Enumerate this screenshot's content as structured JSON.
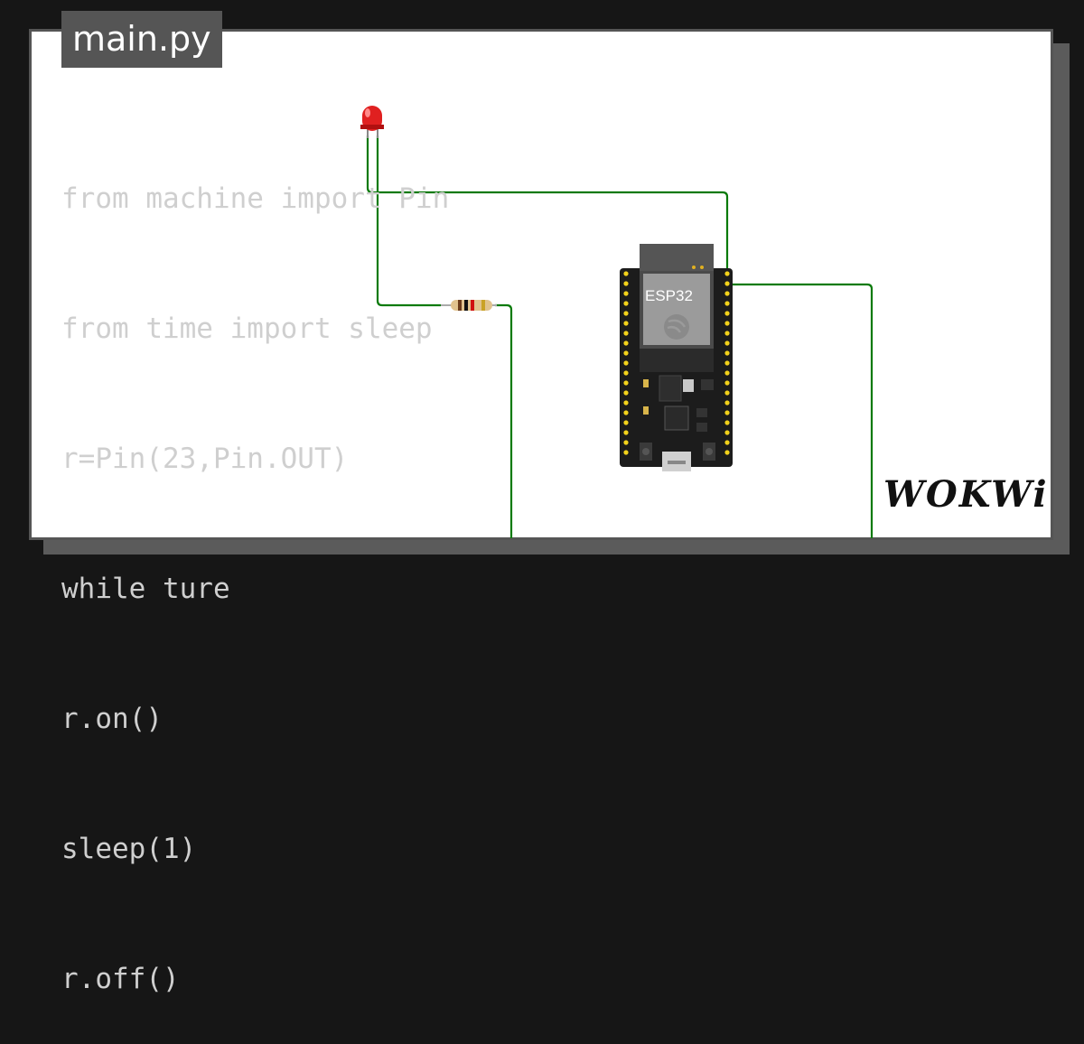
{
  "tab": {
    "filename": "main.py"
  },
  "code": {
    "lines": [
      "from machine import Pin",
      "from time import sleep",
      "r=Pin(23,Pin.OUT)",
      "while ture",
      "r.on()",
      "sleep(1)",
      "r.off()"
    ]
  },
  "board": {
    "label": "ESP32"
  },
  "brand": {
    "logo": "WOKWi"
  },
  "colors": {
    "wire": "#0a7a0a",
    "board": "#1c1c1c",
    "pin": "#f2d21b",
    "led": "#e02020",
    "code_text": "#cfcfcf",
    "tab_bg": "#555555"
  }
}
